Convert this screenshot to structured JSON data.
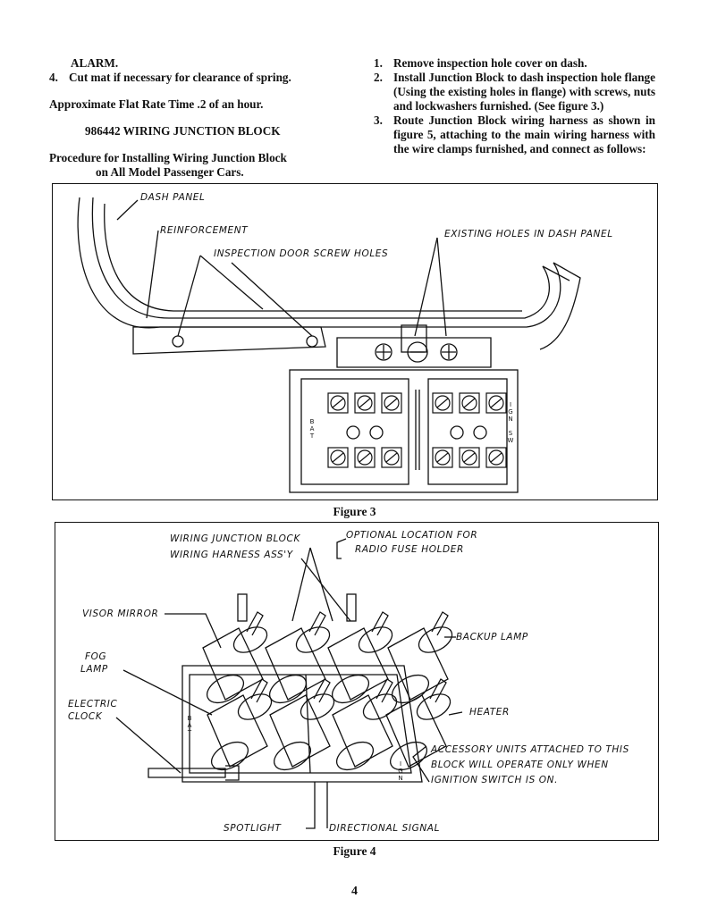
{
  "left_column": {
    "alarm": "ALARM.",
    "step4_num": "4.",
    "step4_text": "Cut mat if necessary for clearance of spring.",
    "flat_rate": "Approximate Flat Rate Time .2 of an hour.",
    "heading": "986442 WIRING JUNCTION BLOCK",
    "procedure_line1": "Procedure for Installing Wiring Junction Block",
    "procedure_line2": "on All Model Passenger Cars."
  },
  "right_column": {
    "steps": [
      {
        "num": "1.",
        "text": "Remove inspection hole cover on dash."
      },
      {
        "num": "2.",
        "text": "Install Junction Block to dash inspection hole flange (Using the existing holes in flange) with screws, nuts and lockwashers furnished. (See figure 3.)"
      },
      {
        "num": "3.",
        "text": "Route Junction Block wiring harness as shown in figure 5, attaching to the main wiring harness with the wire clamps furnished, and connect as follows:"
      }
    ]
  },
  "figure3": {
    "caption": "Figure 3",
    "labels": {
      "dash_panel": "DASH PANEL",
      "reinforcement": "REINFORCEMENT",
      "inspection_holes": "INSPECTION DOOR SCREW HOLES",
      "existing_holes": "EXISTING HOLES IN DASH PANEL",
      "bat": [
        "B",
        "A",
        "T"
      ],
      "ign": [
        "I",
        "G",
        "N",
        "",
        "S",
        "W"
      ]
    }
  },
  "figure4": {
    "caption": "Figure 4",
    "labels": {
      "junction_block": "WIRING JUNCTION BLOCK",
      "harness": "WIRING HARNESS ASS'Y",
      "optional_line1": "OPTIONAL LOCATION FOR",
      "optional_line2": "RADIO FUSE HOLDER",
      "visor": "VISOR MIRROR",
      "fog1": "FOG",
      "fog2": "LAMP",
      "backup": "BACKUP LAMP",
      "clock1": "ELECTRIC",
      "clock2": "CLOCK",
      "heater": "HEATER",
      "acc1": "ACCESSORY UNITS ATTACHED TO THIS",
      "acc2": "BLOCK WILL OPERATE ONLY WHEN",
      "acc3": "IGNITION SWITCH IS ON.",
      "spotlight": "SPOTLIGHT",
      "directional": "DIRECTIONAL SIGNAL",
      "bat": [
        "B",
        "A",
        "T"
      ],
      "ign": [
        "I",
        "G",
        "N"
      ]
    }
  },
  "page_number": "4"
}
